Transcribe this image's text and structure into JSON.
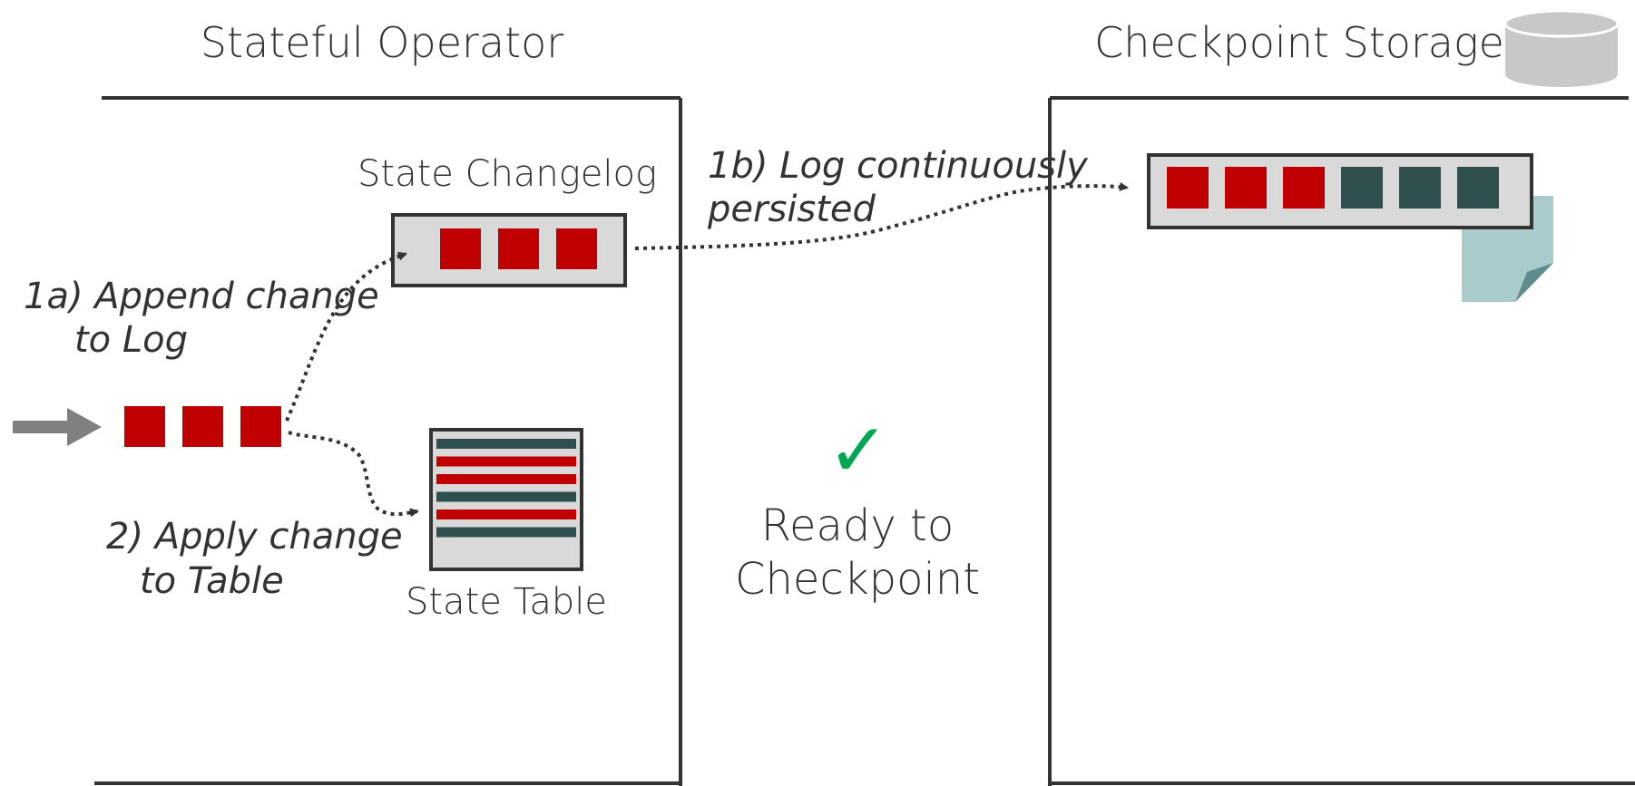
{
  "labels": {
    "operator_title": "Stateful Operator",
    "storage_title": "Checkpoint Storage",
    "changelog_title": "State Changelog",
    "table_title": "State Table",
    "step_1a_line1": "1a) Append change",
    "step_1a_line2": "to Log",
    "step_1b_line1": "1b) Log continuously",
    "step_1b_line2": "persisted",
    "step_2_line1": "2) Apply change",
    "step_2_line2": "to Table",
    "ready_line1": "Ready to",
    "ready_line2": "Checkpoint"
  },
  "icons": {
    "check": "✓",
    "storage": "database-cylinder-icon",
    "file": "document-icon",
    "input": "arrow-right-icon"
  },
  "colors": {
    "change_record": "#c00000",
    "persisted_record": "#2f4f4f",
    "panel_border": "#333333",
    "panel_fill": "#d9d9d9",
    "check": "#00a651",
    "text": "#333333",
    "arrow": "#808080",
    "file": "#a9cbcb",
    "file_fold": "#5f8c8c",
    "storage": "#c8c8c8"
  },
  "input_records": [
    "change",
    "change",
    "change"
  ],
  "changelog_records": [
    "change",
    "change",
    "change"
  ],
  "persisted_records": [
    "change",
    "change",
    "change",
    "persisted",
    "persisted",
    "persisted"
  ],
  "table_rows": [
    "persisted",
    "change",
    "change",
    "persisted",
    "change",
    "persisted"
  ]
}
